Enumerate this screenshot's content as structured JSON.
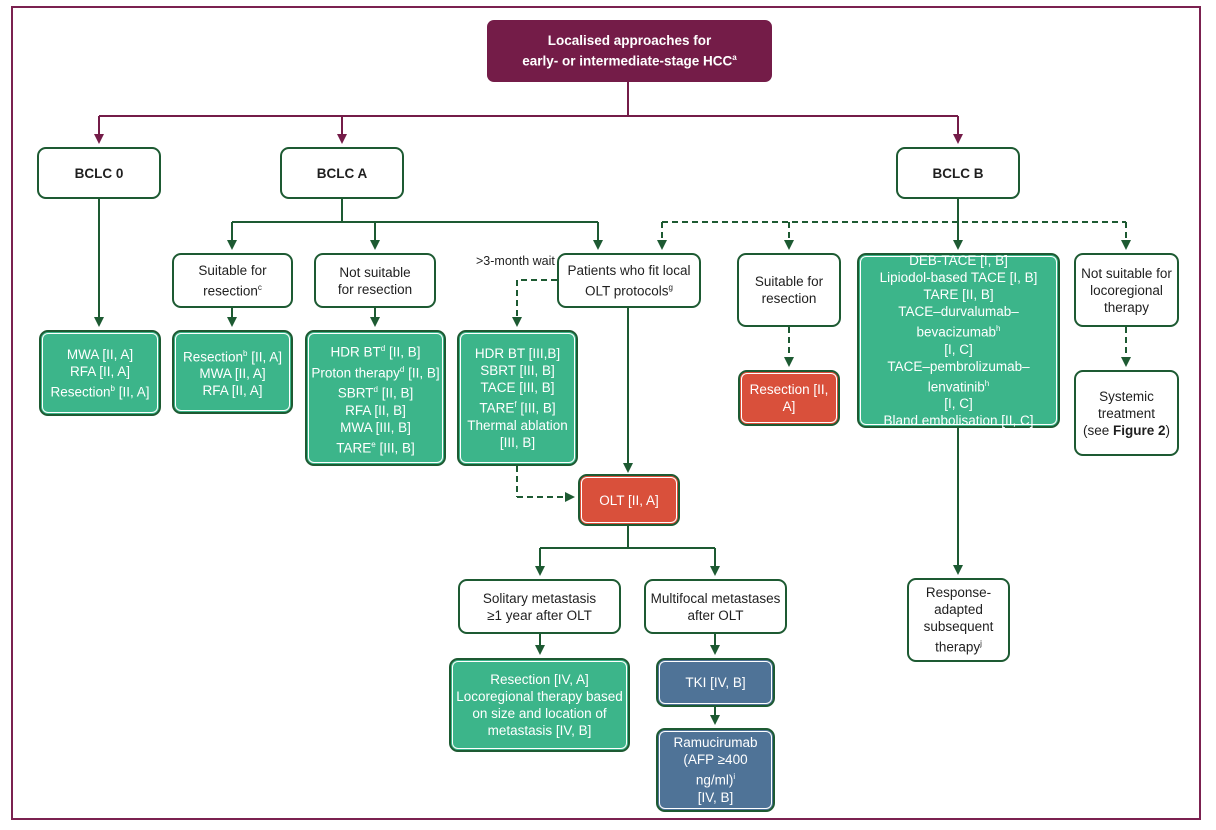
{
  "top": {
    "line1": "Localised approaches for",
    "line2": "early- or intermediate-stage HCC",
    "sup": "a"
  },
  "stages": {
    "bclc0": "BCLC 0",
    "bclcA": "BCLC A",
    "bclcB": "BCLC B"
  },
  "bclc0_treat": [
    "MWA [II, A]",
    "RFA [II, A]",
    "Resection"
  ],
  "bclc0_sup": "b",
  "bclc0_tail": " [II, A]",
  "a_suitable": {
    "line1": "Suitable for",
    "line2": "resection",
    "sup": "c"
  },
  "a_notsuitable": {
    "line1": "Not suitable",
    "line2": "for resection"
  },
  "a_olt": {
    "line1": "Patients who fit local",
    "line2": "OLT protocols",
    "sup": "g"
  },
  "wait_label": ">3-month wait",
  "a_suit_treat": {
    "r1a": "Resection",
    "r1sup": "b",
    "r1b": " [II, A]",
    "r2": "MWA [II, A]",
    "r3": "RFA [II, A]"
  },
  "a_not_treat": {
    "r1a": "HDR BT",
    "r1sup": "d",
    "r1b": " [II, B]",
    "r2a": "Proton therapy",
    "r2sup": "d",
    "r2b": " [II, B]",
    "r3a": "SBRT",
    "r3sup": "d",
    "r3b": " [II, B]",
    "r4": "RFA [II, B]",
    "r5": "MWA [III, B]",
    "r6a": "TARE",
    "r6sup": "e",
    "r6b": " [III, B]"
  },
  "a_wait_treat": {
    "r1": "HDR BT [III,B]",
    "r2": "SBRT [III, B]",
    "r3": "TACE [III, B]",
    "r4a": "TARE",
    "r4sup": "f",
    "r4b": " [III, B]",
    "r5": "Thermal ablation",
    "r6": "[III, B]"
  },
  "olt": "OLT [II, A]",
  "solitary": {
    "line1": "Solitary metastasis",
    "line2": "≥1 year after OLT"
  },
  "multifocal": {
    "line1": "Multifocal metastases",
    "line2": "after OLT"
  },
  "solitary_treat": [
    "Resection [IV, A]",
    "Locoregional therapy based",
    "on size and location of",
    "metastasis [IV, B]"
  ],
  "tki": "TKI [IV, B]",
  "ramucirumab": {
    "line1": "Ramucirumab",
    "line2a": "(AFP ≥400 ng/ml)",
    "sup": "i",
    "line3": "[IV, B]"
  },
  "b_suitable": {
    "line1": "Suitable for",
    "line2": "resection"
  },
  "b_resection": "Resection [II, A]",
  "b_treat": {
    "r1": "DEB-TACE [I, B]",
    "r2": "Lipiodol-based TACE [I, B]",
    "r3": "TARE [II, B]",
    "r4a": "TACE–durvalumab–bevacizumab",
    "r4sup": "h",
    "r5": "[I, C]",
    "r6a": "TACE–pembrolizumab–lenvatinib",
    "r6sup": "h",
    "r7": "[I, C]",
    "r8": "Bland embolisation [II, C]"
  },
  "b_notsuitable": {
    "line1": "Not suitable for",
    "line2": "locoregional",
    "line3": "therapy"
  },
  "systemic": {
    "line1": "Systemic",
    "line2": "treatment",
    "line3a": "(see ",
    "line3b": "Figure 2",
    "line3c": ")"
  },
  "response": {
    "line1": "Response-",
    "line2": "adapted",
    "line3": "subsequent",
    "line4a": "therapy",
    "sup": "j"
  },
  "colors": {
    "maroon": "#741c48",
    "dark_green": "#1d5a32",
    "green": "#3cb58a",
    "red": "#d9503b",
    "blue": "#4f7397"
  }
}
